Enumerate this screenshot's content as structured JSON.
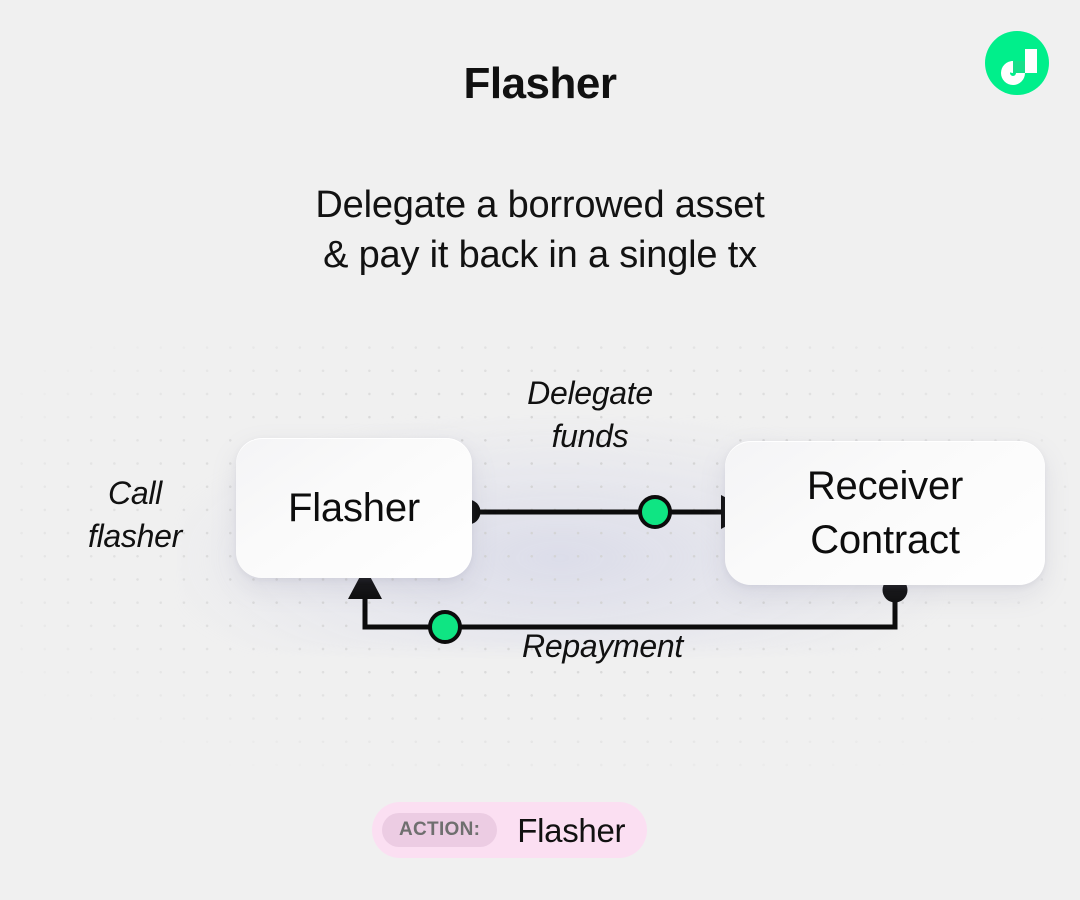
{
  "header": {
    "title": "Flasher",
    "logo_icon": "flow-logo-icon",
    "logo_color": "#00ef8b"
  },
  "subtitle": {
    "line1": "Delegate a borrowed asset",
    "line2": "& pay it back in a single tx"
  },
  "diagram": {
    "nodes": [
      {
        "id": "flasher",
        "label": "Flasher"
      },
      {
        "id": "receiver",
        "label_line1": "Receiver",
        "label_line2": "Contract"
      }
    ],
    "labels": {
      "call_line1": "Call",
      "call_line2": "flasher",
      "delegate_line1": "Delegate",
      "delegate_line2": "funds",
      "repayment": "Repayment"
    },
    "colors": {
      "token_node": "#0fe583",
      "wire": "#0c0c0c",
      "dot": "#d4d4d4",
      "card": "#ffffff"
    }
  },
  "action": {
    "tag_label": "ACTION:",
    "value": "Flasher",
    "pill_color": "#fbdff2",
    "tag_color": "#eccce3"
  }
}
